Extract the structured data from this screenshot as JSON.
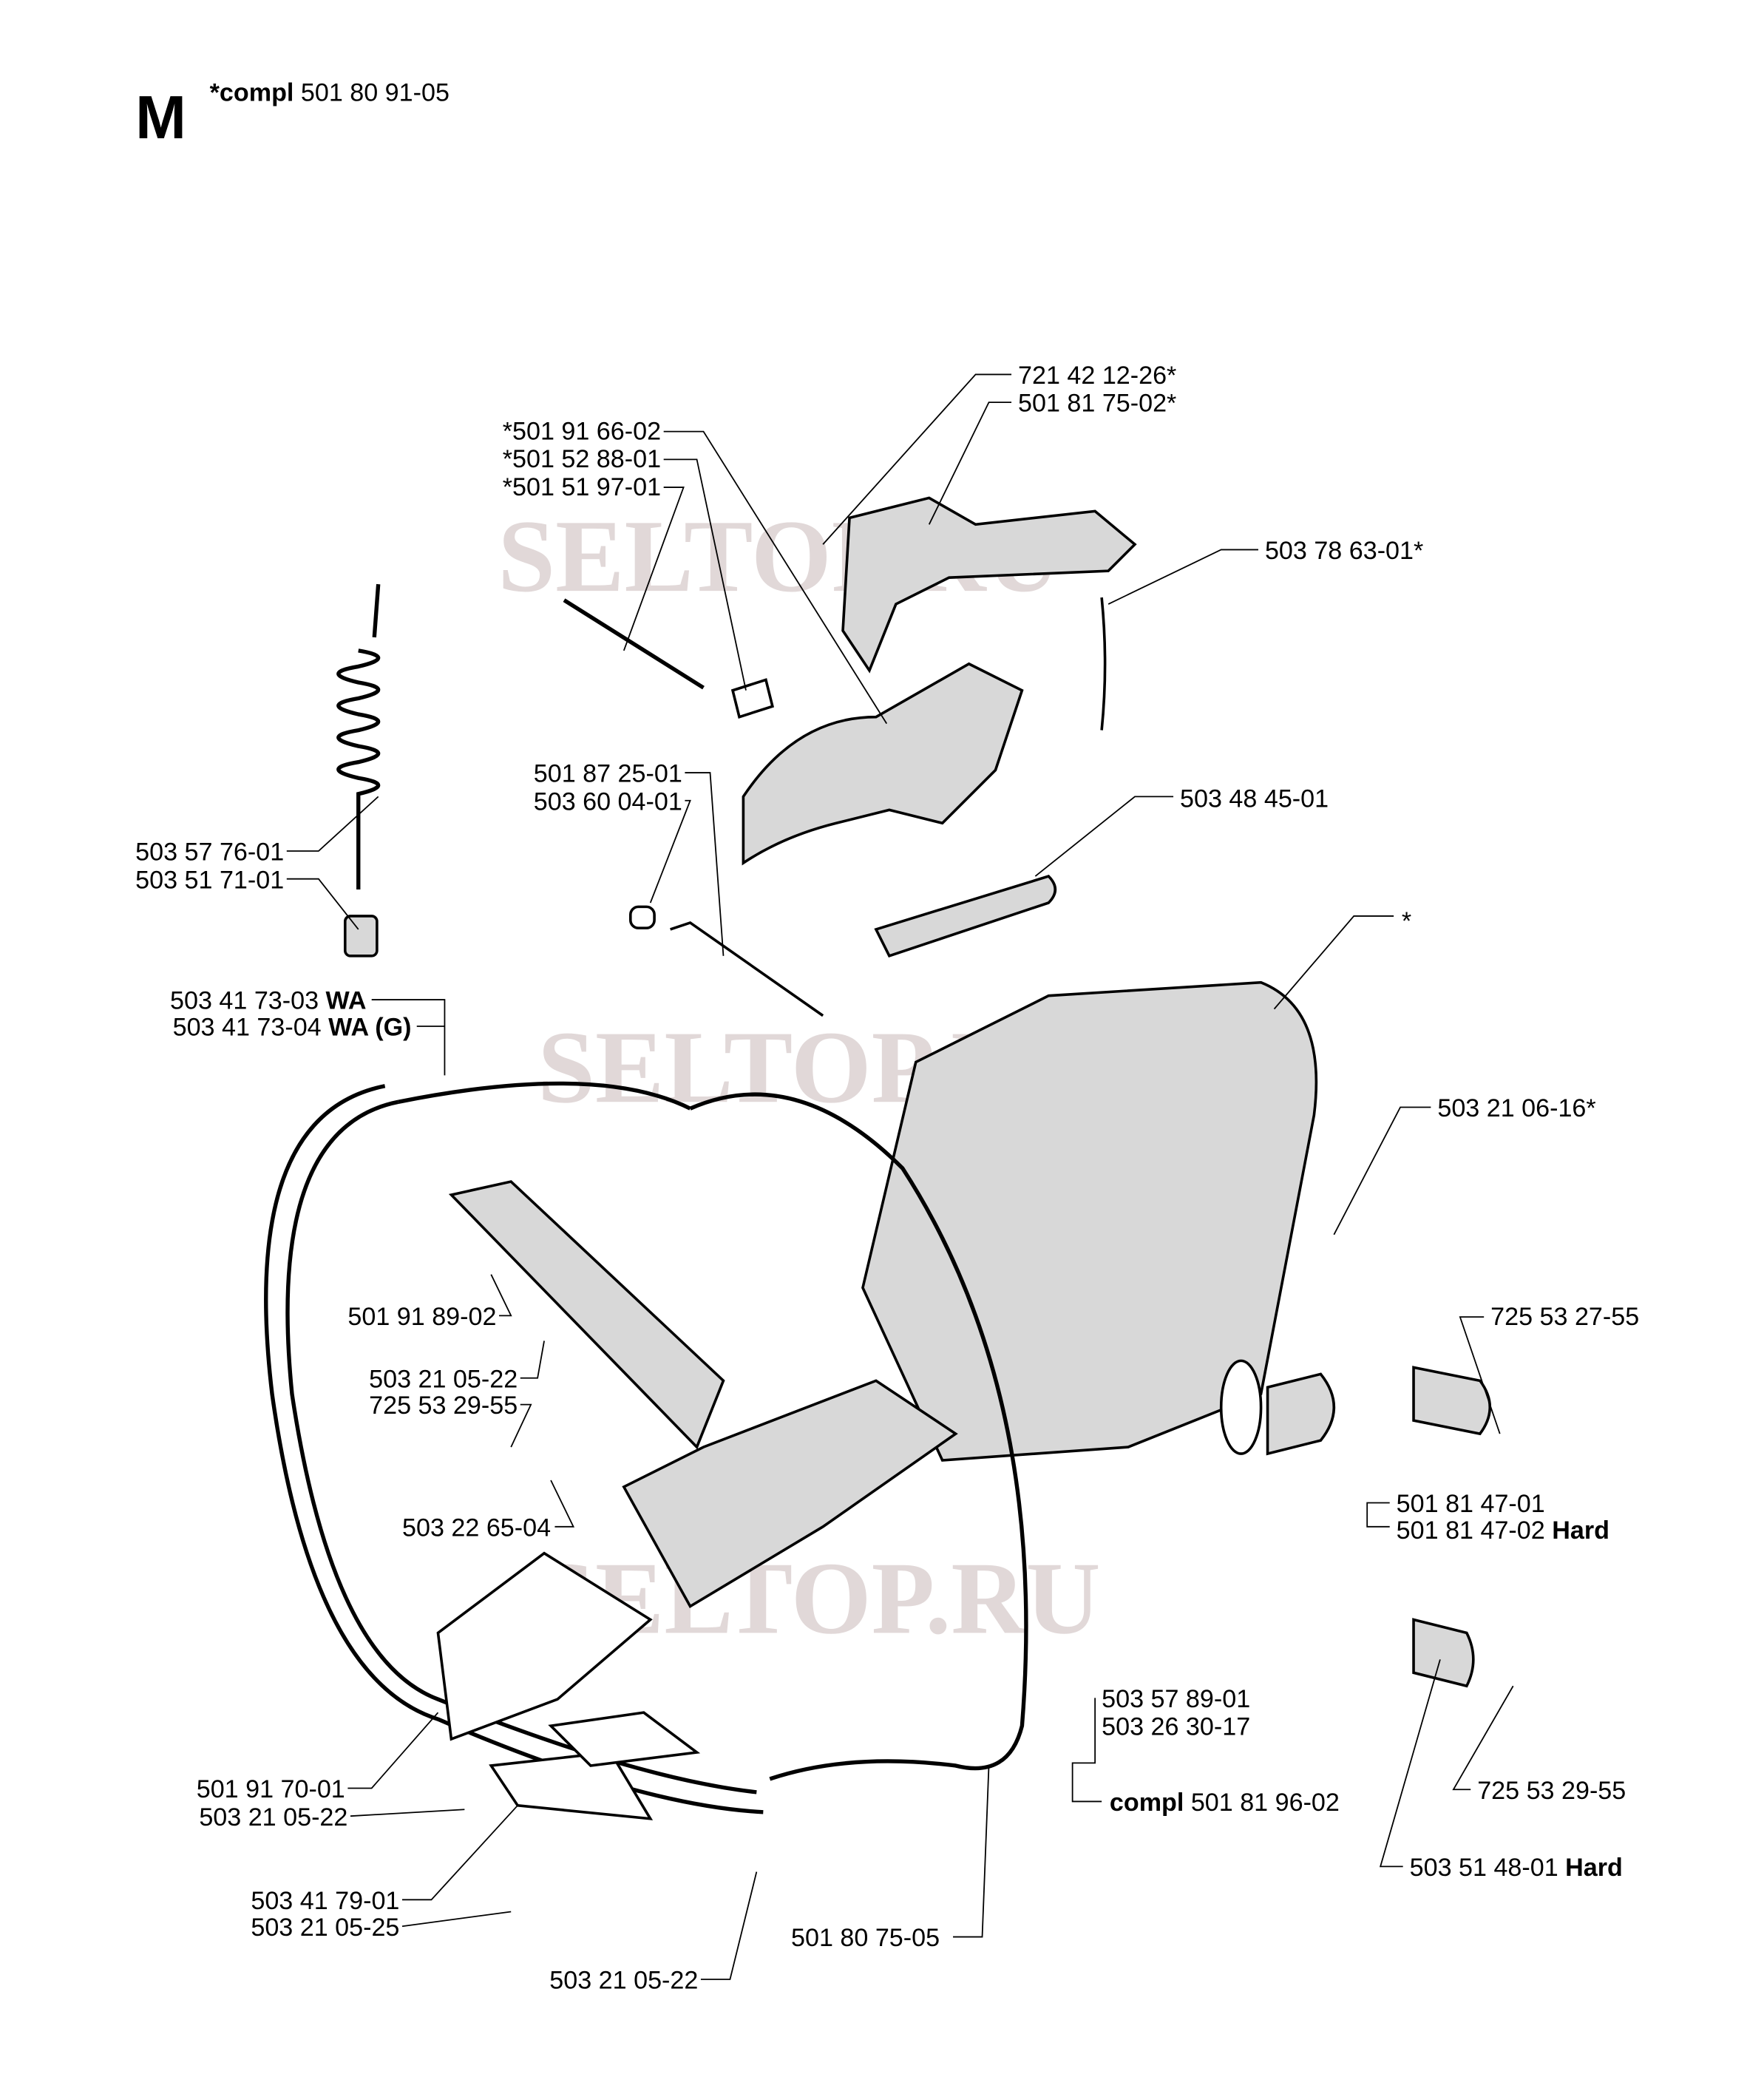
{
  "header": {
    "section_letter": "M",
    "compl_prefix": "*compl",
    "compl_number": "501 80 91-05"
  },
  "watermark": "SELTOP.RU",
  "labels": {
    "l1": "*501 91 66-02",
    "l2": "*501 52 88-01",
    "l3": "*501 51 97-01",
    "l4": "721 42 12-26*",
    "l5": "501 81 75-02*",
    "l6": "503 78 63-01*",
    "l7": "503 57 76-01",
    "l8": "503 51 71-01",
    "l9": "501 87 25-01",
    "l10": "503 60 04-01",
    "l11": "503 48 45-01",
    "l12": "*",
    "l13": "503 41 73-03",
    "l13b": "WA",
    "l14": "503 41 73-04",
    "l14b": "WA (G)",
    "l15": "503 21 06-16*",
    "l16": "501 91 89-02",
    "l17": "503 21 05-22",
    "l18": "725 53 29-55",
    "l19": "725 53 27-55",
    "l20": "503 22 65-04",
    "l21": "501 81 47-01",
    "l22": "501 81 47-02",
    "l22b": "Hard",
    "l23": "503 57 89-01",
    "l24": "503 26 30-17",
    "l25b": "compl",
    "l25": "501 81 96-02",
    "l26": "725 53 29-55",
    "l27": "503 51 48-01",
    "l27b": "Hard",
    "l28": "501 91 70-01",
    "l29": "503 21 05-22",
    "l30": "503 41 79-01",
    "l31": "503 21 05-25",
    "l32": "501 80 75-05",
    "l33": "503 21 05-22"
  }
}
